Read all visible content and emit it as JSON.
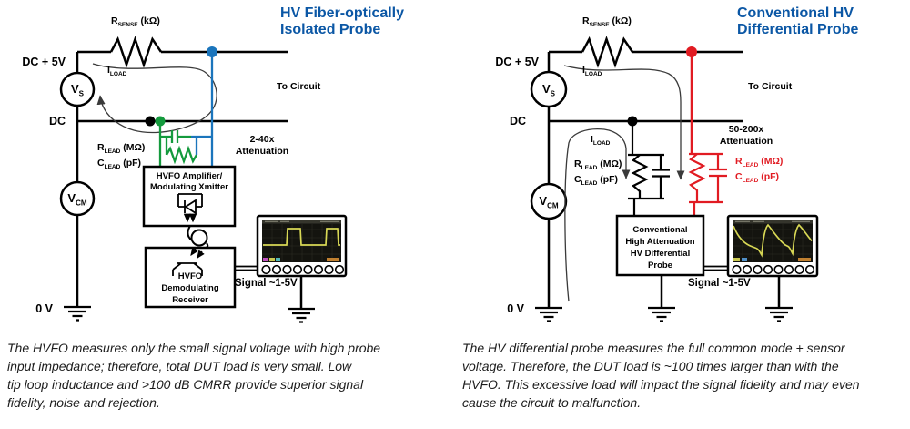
{
  "colors": {
    "title_blue": "#0b57a5",
    "wire_black": "#000000",
    "wire_green": "#149a3d",
    "wire_blue": "#1b75bc",
    "wire_red": "#e11b22",
    "scope_trace_yellow": "#d8d855"
  },
  "left": {
    "title_line1": "HV Fiber-optically",
    "title_line2": "Isolated Probe",
    "dc_plus_5v": "DC + 5V",
    "dc": "DC",
    "zero_v": "0 V",
    "vs": {
      "pre": "V",
      "sub": "S"
    },
    "vcm": {
      "pre": "V",
      "sub": "CM"
    },
    "rsense": {
      "pre": "R",
      "sub": "SENSE",
      "post": " (kΩ)"
    },
    "iload": {
      "pre": "I",
      "sub": "LOAD"
    },
    "to_circuit": "To Circuit",
    "rlead": {
      "pre": "R",
      "sub": "LEAD",
      "post": " (MΩ)"
    },
    "clead": {
      "pre": "C",
      "sub": "LEAD",
      "post": " (pF)"
    },
    "attenuation_line1": "2-40x",
    "attenuation_line2": "Attenuation",
    "amp_box": {
      "line1": "HVFO Amplifier/",
      "line2": "Modulating Xmitter"
    },
    "receiver_box": {
      "line1": "HVFO",
      "line2": "Demodulating",
      "line3": "Receiver"
    },
    "signal": "Signal ~1-5V",
    "caption_lines": [
      "The HVFO measures only the small signal voltage with high probe",
      "input impedance; therefore, total DUT load is very small. Low",
      "tip loop inductance and >100 dB CMRR provide superior signal",
      "fidelity, noise and rejection."
    ]
  },
  "right": {
    "title_line1": "Conventional HV",
    "title_line2": "Differential Probe",
    "dc_plus_5v": "DC + 5V",
    "dc": "DC",
    "zero_v": "0 V",
    "vs": {
      "pre": "V",
      "sub": "S"
    },
    "vcm": {
      "pre": "V",
      "sub": "CM"
    },
    "rsense": {
      "pre": "R",
      "sub": "SENSE",
      "post": " (kΩ)"
    },
    "iload_top": {
      "pre": "I",
      "sub": "LOAD"
    },
    "iload_lower": {
      "pre": "I",
      "sub": "LOAD"
    },
    "to_circuit": "To Circuit",
    "rlead_black": {
      "pre": "R",
      "sub": "LEAD",
      "post": " (MΩ)"
    },
    "clead_black": {
      "pre": "C",
      "sub": "LEAD",
      "post": " (pF)"
    },
    "rlead_red": {
      "pre": "R",
      "sub": "LEAD",
      "post": " (MΩ)"
    },
    "clead_red": {
      "pre": "C",
      "sub": "LEAD",
      "post": " (pF)"
    },
    "attenuation_line1": "50-200x",
    "attenuation_line2": "Attenuation",
    "probe_box": {
      "line1": "Conventional",
      "line2": "High Attenuation",
      "line3": "HV Differential",
      "line4": "Probe"
    },
    "signal": "Signal ~1-5V",
    "caption_lines": [
      "The HV differential probe measures the full common mode + sensor",
      "voltage. Therefore, the DUT load is ~100 times larger than with the",
      "HVFO. This excessive load will impact the signal fidelity and may even",
      "cause the circuit to malfunction."
    ]
  }
}
